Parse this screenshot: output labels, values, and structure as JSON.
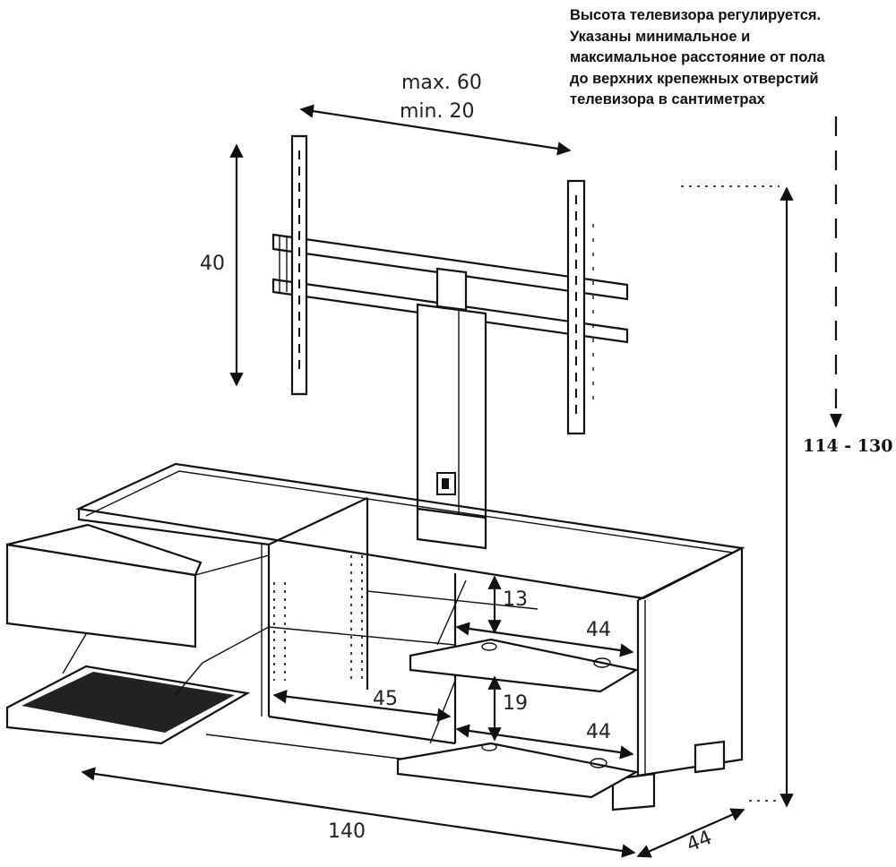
{
  "note_lines": [
    "Высота телевизора регулируется.",
    "Указаны минимальное и",
    "максимальное  расстояние от пола",
    "до верхних крепежных отверстий",
    "телевизора в сантиметрах"
  ],
  "dimensions": {
    "vesa_max": "max. 60",
    "vesa_min": "min. 20",
    "bracket_height": "40",
    "total_height": "114 - 130",
    "shelf_gap_upper": "13",
    "shelf_gap_lower": "19",
    "shelf_depth_upper": "44",
    "shelf_depth_lower": "44",
    "inner_depth": "45",
    "width": "140",
    "depth": "44"
  }
}
